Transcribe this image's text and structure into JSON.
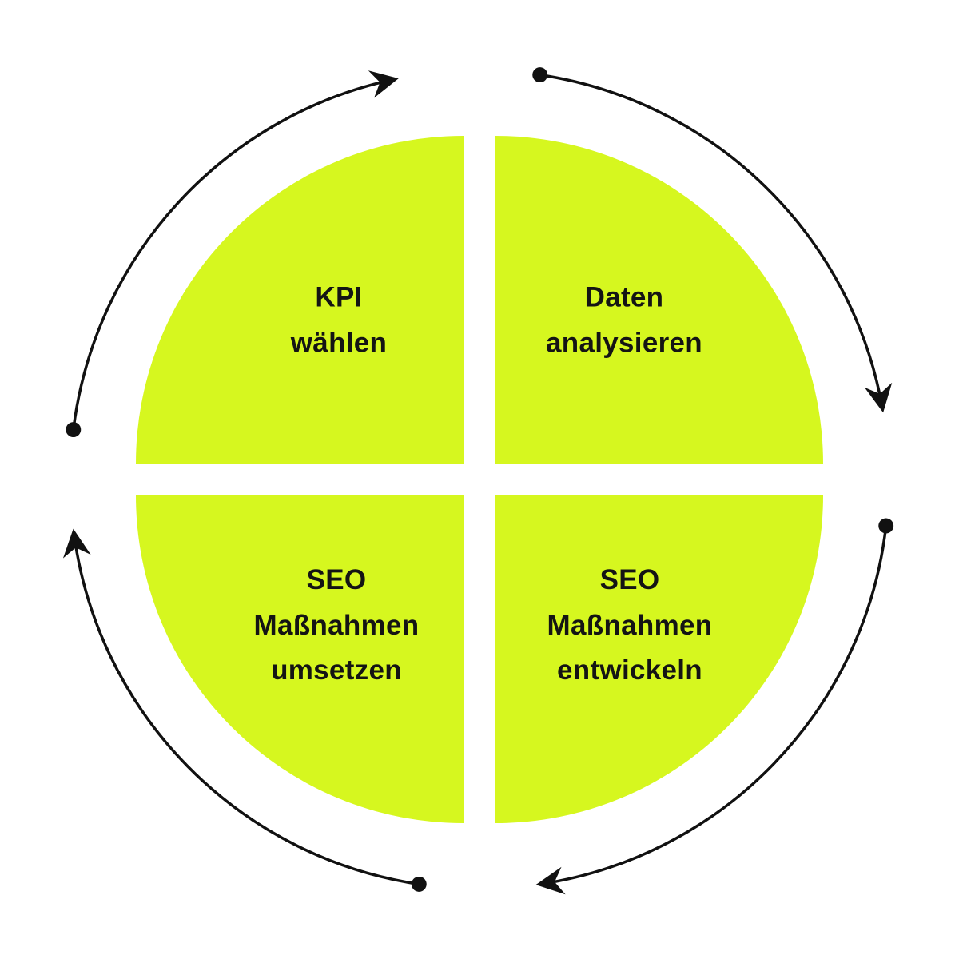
{
  "diagram": {
    "type": "cycle",
    "direction": "clockwise",
    "accent_color": "#d6f71f",
    "arrow_color": "#111111",
    "text_color": "#141414",
    "segments": [
      {
        "position": "top-left",
        "label": "KPI\nwählen"
      },
      {
        "position": "top-right",
        "label": "Daten\nanalysieren"
      },
      {
        "position": "bottom-right",
        "label": "SEO\nMaßnahmen\nentwickeln"
      },
      {
        "position": "bottom-left",
        "label": "SEO\nMaßnahmen\numsetzen"
      }
    ]
  }
}
